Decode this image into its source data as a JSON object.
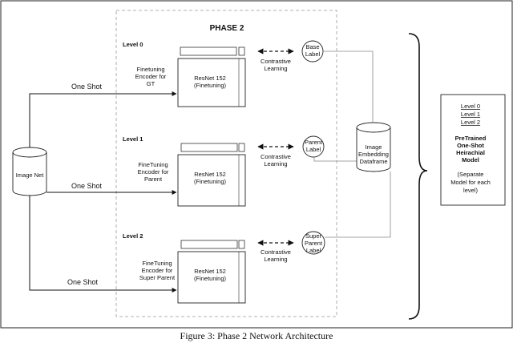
{
  "phase_title": "PHASE 2",
  "levels": [
    {
      "label": "Level 0",
      "one_shot": "One Shot",
      "encoder": [
        "Finetuning",
        "Encoder for",
        "GT"
      ],
      "model": [
        "ResNet 152",
        "(Finetuning)"
      ],
      "contrastive": [
        "Contrastive",
        "Learning"
      ],
      "target": [
        "Base",
        "Label"
      ]
    },
    {
      "label": "Level 1",
      "one_shot": "One Shot",
      "encoder": [
        "FineTuning",
        "Encoder for",
        "Parent"
      ],
      "model": [
        "ResNet 152",
        "(Finetuning)"
      ],
      "contrastive": [
        "Contrastive",
        "Learning"
      ],
      "target": [
        "Parent",
        "Label"
      ]
    },
    {
      "label": "Level 2",
      "one_shot": "One Shot",
      "encoder": [
        "FineTuning",
        "Encoder for",
        "Super Parent"
      ],
      "model": [
        "ResNet 152",
        "(Finetuning)"
      ],
      "contrastive": [
        "Contrastive",
        "Learning"
      ],
      "target": [
        "Super",
        "Parent",
        "Label"
      ]
    }
  ],
  "source_db": "Image Net",
  "embedding_db": [
    "Image",
    "Embedding",
    "Dataframe"
  ],
  "output_box": {
    "level_links": [
      "Level 0",
      "Level 1",
      "Level 2"
    ],
    "title": [
      "PreTrained",
      "One-Shot",
      "Heirachial",
      "Model"
    ],
    "note": [
      "(Separate",
      "Model for each",
      "level)"
    ]
  },
  "caption": "Figure 3: Phase 2 Network Architecture"
}
